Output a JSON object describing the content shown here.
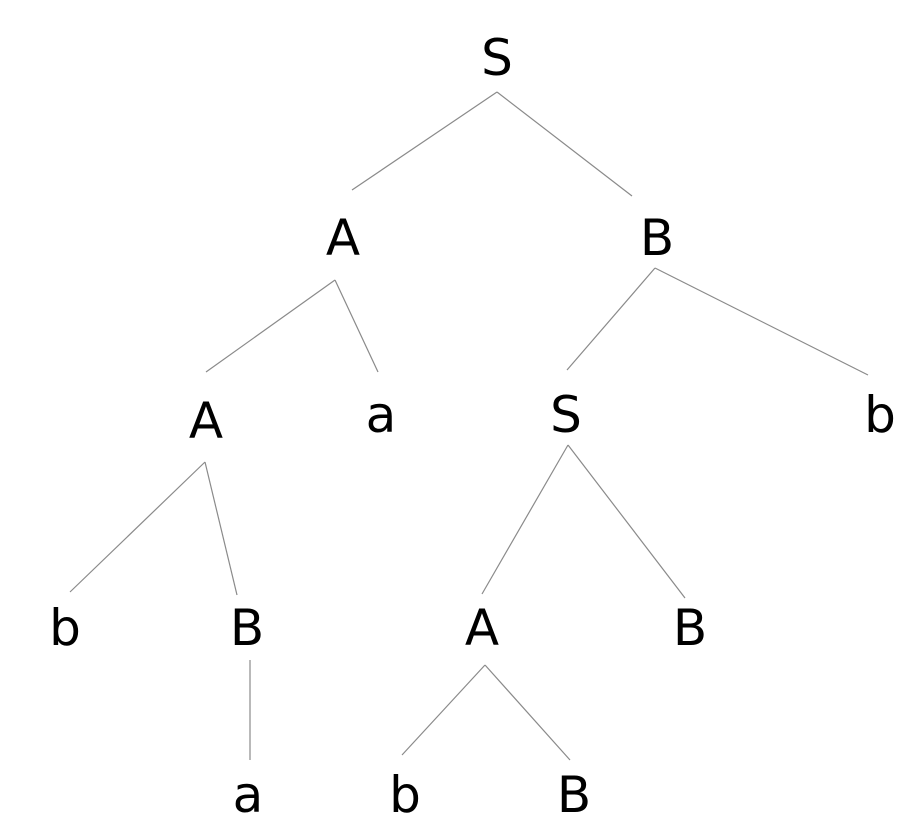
{
  "diagram": {
    "type": "parse-tree",
    "nodes": [
      {
        "id": "n0",
        "label": "S"
      },
      {
        "id": "n1",
        "label": "A"
      },
      {
        "id": "n2",
        "label": "B"
      },
      {
        "id": "n3",
        "label": "A"
      },
      {
        "id": "n4",
        "label": "a"
      },
      {
        "id": "n5",
        "label": "S"
      },
      {
        "id": "n6",
        "label": "b"
      },
      {
        "id": "n7",
        "label": "b"
      },
      {
        "id": "n8",
        "label": "B"
      },
      {
        "id": "n9",
        "label": "A"
      },
      {
        "id": "n10",
        "label": "B"
      },
      {
        "id": "n11",
        "label": "a"
      },
      {
        "id": "n12",
        "label": "b"
      },
      {
        "id": "n13",
        "label": "B"
      }
    ],
    "edges": [
      [
        "n0",
        "n1"
      ],
      [
        "n0",
        "n2"
      ],
      [
        "n1",
        "n3"
      ],
      [
        "n1",
        "n4"
      ],
      [
        "n2",
        "n5"
      ],
      [
        "n2",
        "n6"
      ],
      [
        "n3",
        "n7"
      ],
      [
        "n3",
        "n8"
      ],
      [
        "n5",
        "n9"
      ],
      [
        "n5",
        "n10"
      ],
      [
        "n8",
        "n11"
      ],
      [
        "n9",
        "n12"
      ],
      [
        "n9",
        "n13"
      ]
    ]
  }
}
